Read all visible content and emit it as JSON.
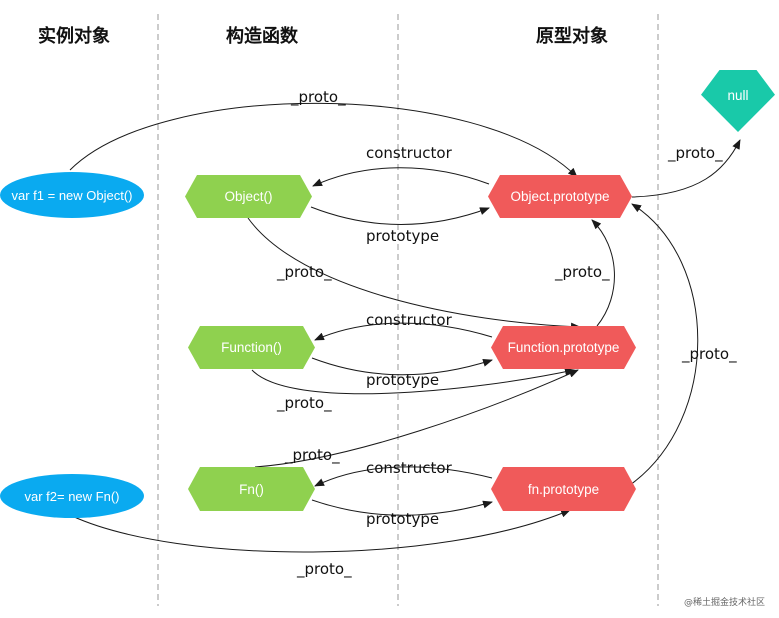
{
  "headers": {
    "instance": "实例对象",
    "constructor": "构造函数",
    "prototype": "原型对象"
  },
  "nodes": {
    "f1": "var f1 = new Object()",
    "f2": "var f2= new Fn()",
    "object_fn": "Object()",
    "function_fn": "Function()",
    "fn_fn": "Fn()",
    "object_proto": "Object.prototype",
    "function_proto": "Function.prototype",
    "fn_proto": "fn.prototype",
    "null": "null"
  },
  "edge_labels": {
    "f1_proto": "_proto_",
    "objproto_null": "_proto_",
    "ctor_object": "constructor",
    "proto_object": "prototype",
    "object_fn_proto": "_proto_",
    "funcproto_objproto": "_proto_",
    "ctor_function": "constructor",
    "proto_function": "prototype",
    "function_fn_proto": "_proto_",
    "fnproto_objproto": "_proto_",
    "fn_fn_proto": "_proto_",
    "ctor_fn": "constructor",
    "proto_fn": "prototype",
    "f2_proto": "_proto_"
  },
  "colors": {
    "constructor_fill": "#8fd14f",
    "prototype_fill": "#f05a5a",
    "instance_fill": "#0aaaf0",
    "null_fill": "#19c9a9"
  },
  "watermark": "@稀土掘金技术社区"
}
